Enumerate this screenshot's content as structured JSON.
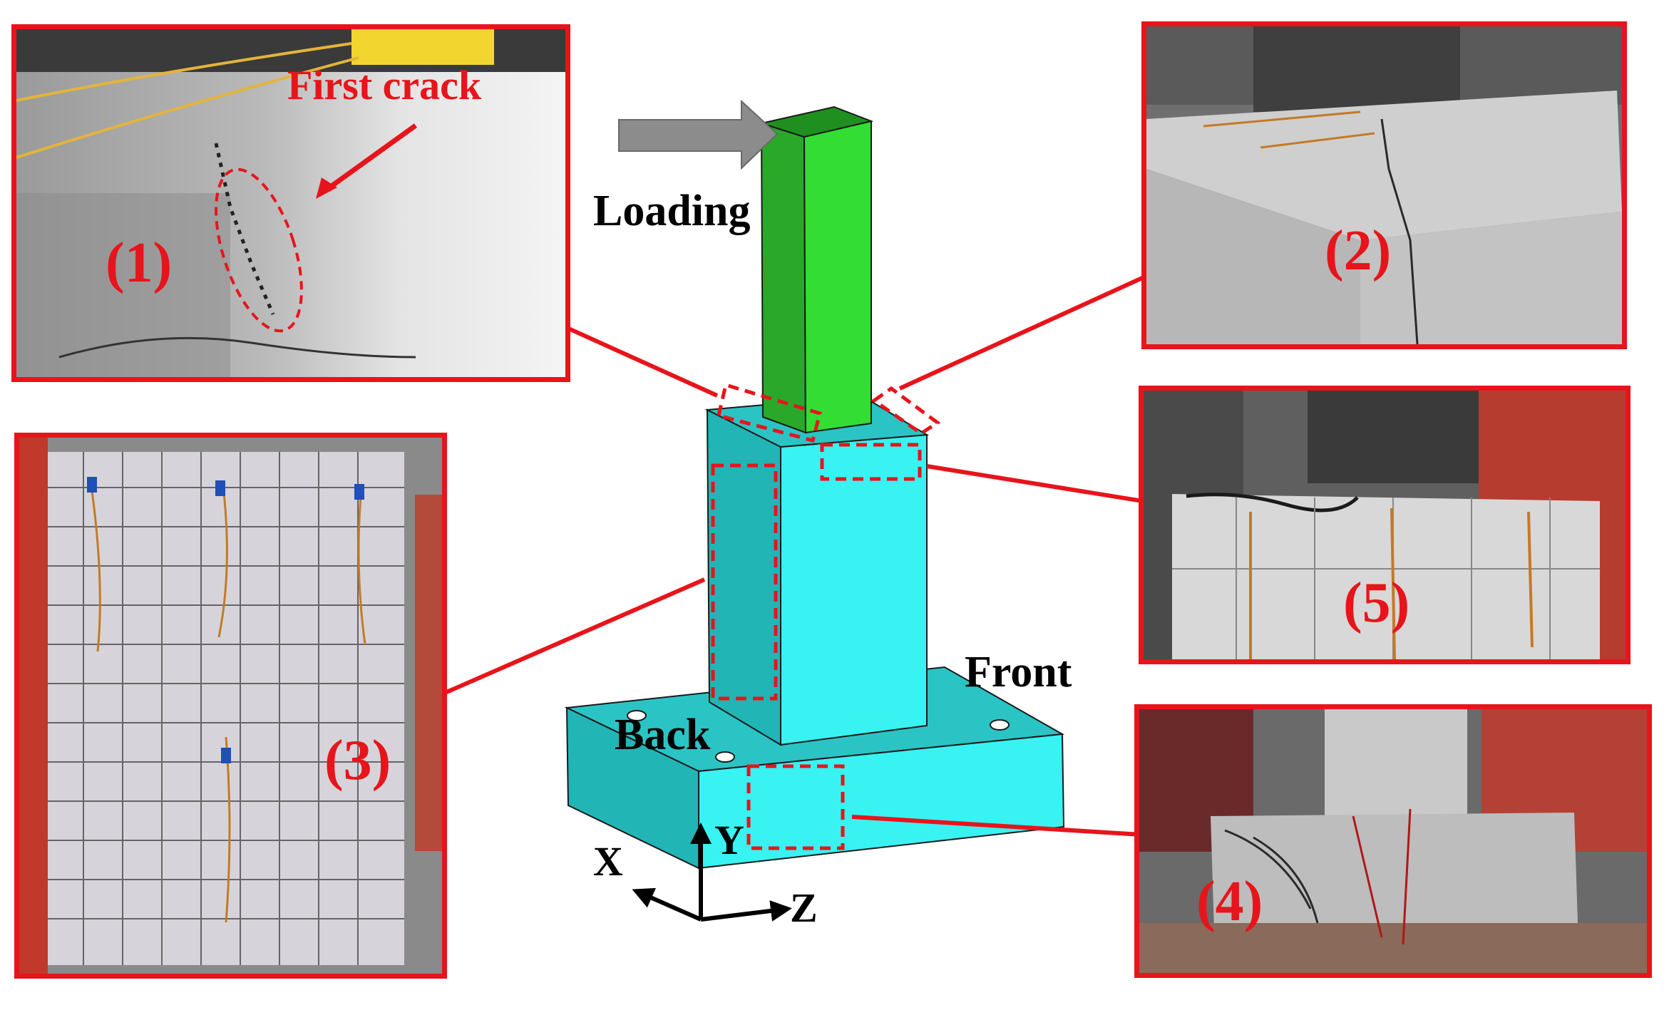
{
  "labels": {
    "first_crack": "First crack",
    "loading": "Loading",
    "front": "Front",
    "back": "Back"
  },
  "axes": {
    "x": "X",
    "y": "Y",
    "z": "Z"
  },
  "photos": [
    {
      "id": "p1",
      "label": "(1)"
    },
    {
      "id": "p2",
      "label": "(2)"
    },
    {
      "id": "p3",
      "label": "(3)"
    },
    {
      "id": "p4",
      "label": "(4)"
    },
    {
      "id": "p5",
      "label": "(5)"
    }
  ],
  "colors": {
    "frame_red": "#e8141b",
    "column_green": "#33cc33",
    "block_cyan": "#33f0f0",
    "arrow_gray": "#8c8c8c"
  }
}
